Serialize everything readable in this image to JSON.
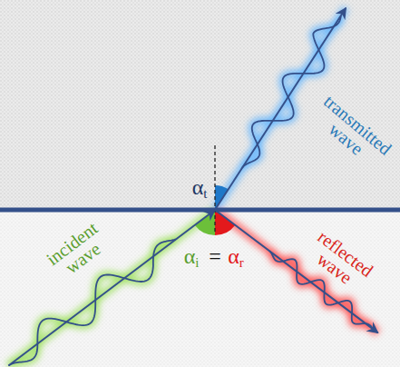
{
  "diagram": {
    "labels": [
      "transmitted wave",
      "αt",
      "incident wave",
      "αi",
      "=",
      "αr",
      "reflected wave"
    ]
  }
}
